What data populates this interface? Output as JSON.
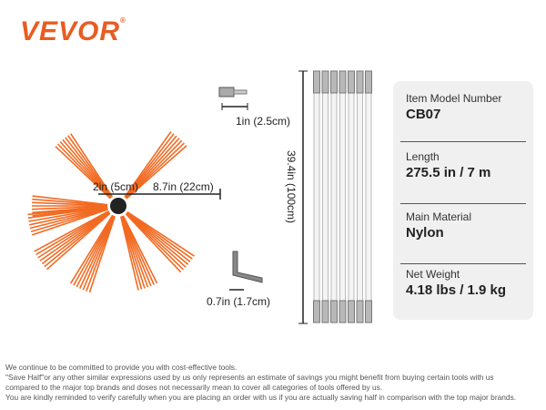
{
  "brand": {
    "logo": "VEVOR",
    "mark": "®"
  },
  "dimensions": {
    "adapter": "1in (2.5cm)",
    "hub": "2in (5cm)",
    "bristle": "8.7in (22cm)",
    "rod_length": "39.4in (100cm)",
    "wrench": "0.7in (1.7cm)"
  },
  "specs": [
    {
      "label": "Item Model Number",
      "value": "CB07"
    },
    {
      "label": "Length",
      "value": "275.5 in / 7 m"
    },
    {
      "label": "Main Material",
      "value": "Nylon"
    },
    {
      "label": "Net Weight",
      "value": "4.18 lbs / 1.9 kg"
    }
  ],
  "disclaimer": [
    "We continue to be committed to provide you with cost-effective tools.",
    "\"Save Half\"or any other similar expressions used by us only represents an estimate of savings you might benefit from buying certain tools with us",
    "compared to the major top brands and doses not necessarily mean to cover all categories of tools offered by us.",
    "You are kindly reminded to verify carefully when you are placing an order with us if you are actually saving half in comparison with the top major brands."
  ],
  "colors": {
    "brand": "#e85d22",
    "bristle": "#f26a21",
    "card": "#f0f0f0"
  }
}
